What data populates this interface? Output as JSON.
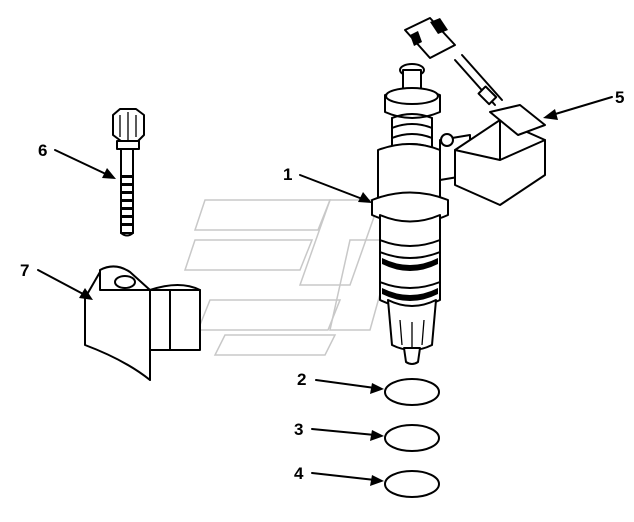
{
  "callouts": {
    "c1": "1",
    "c2": "2",
    "c3": "3",
    "c4": "4",
    "c5": "5",
    "c6": "6",
    "c7": "7"
  },
  "colors": {
    "ink": "#000000",
    "paper": "#ffffff",
    "watermark": "#c8c8c8"
  },
  "icons": {
    "watermark": "stylized-stripes-logo-watermark"
  }
}
